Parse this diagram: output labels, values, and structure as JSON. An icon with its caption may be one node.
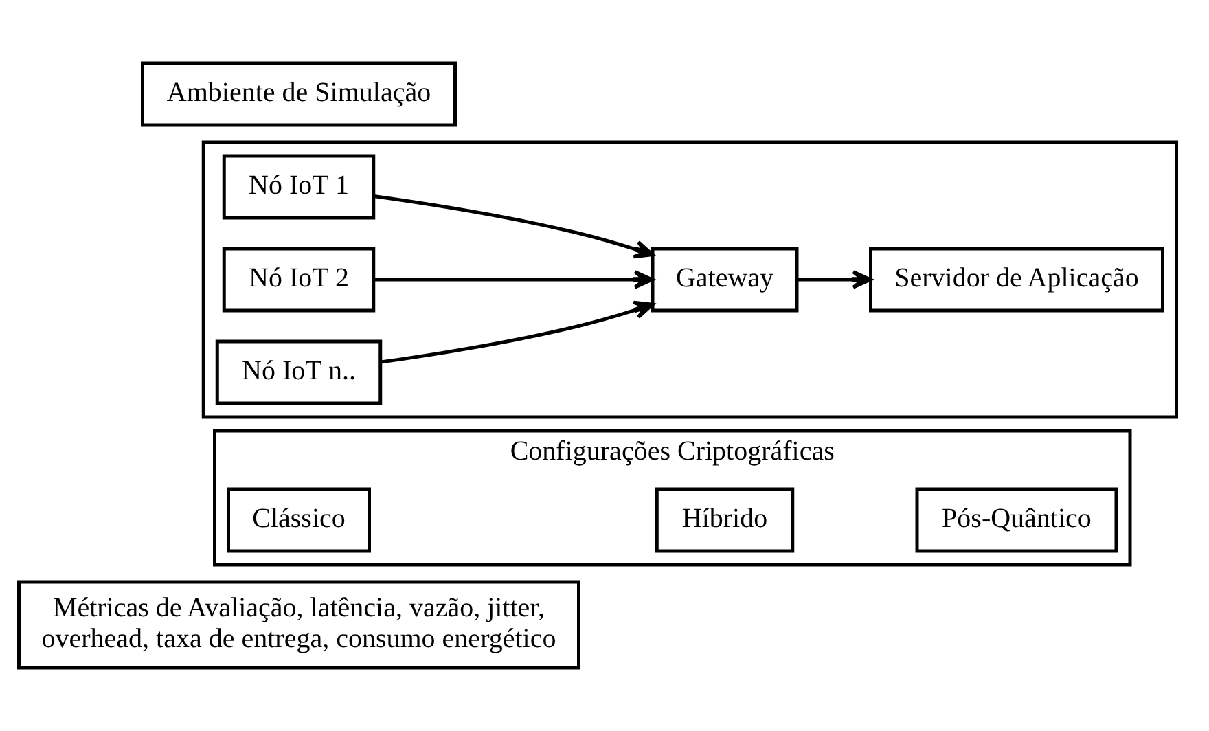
{
  "diagram": {
    "nodes": [
      {
        "text": [
          "Ambiente de Simulação"
        ]
      },
      {
        "text": [],
        "shape": "box"
      },
      {
        "text": [
          "Nó IoT 1"
        ],
        "in": 1
      },
      {
        "text": [
          "Nó IoT 2"
        ],
        "in": 1
      },
      {
        "text": [
          "Nó IoT n.."
        ],
        "in": 1
      },
      {
        "text": [
          "Gateway"
        ],
        "in": 1
      },
      {
        "text": [
          "Servidor de Aplicação"
        ],
        "in": 1
      },
      {
        "text": [
          "Configurações Criptográficas"
        ]
      },
      {
        "text": [
          "Clássico"
        ],
        "in": 7
      },
      {
        "text": [
          "Híbrido"
        ],
        "in": 7
      },
      {
        "text": [
          "Pós-Quântico"
        ],
        "in": 7
      },
      {
        "text": [
          "Métricas de Avaliação, latência, vazão, jitter, overhead, taxa de entrega, consumo energético"
        ]
      }
    ],
    "edges": [
      {
        "from": 2,
        "to": 5,
        "arrow": "to"
      },
      {
        "from": 3,
        "to": 5,
        "arrow": "to"
      },
      {
        "from": 4,
        "to": 5,
        "arrow": "to"
      },
      {
        "from": 5,
        "to": 6,
        "arrow": "to"
      }
    ]
  }
}
